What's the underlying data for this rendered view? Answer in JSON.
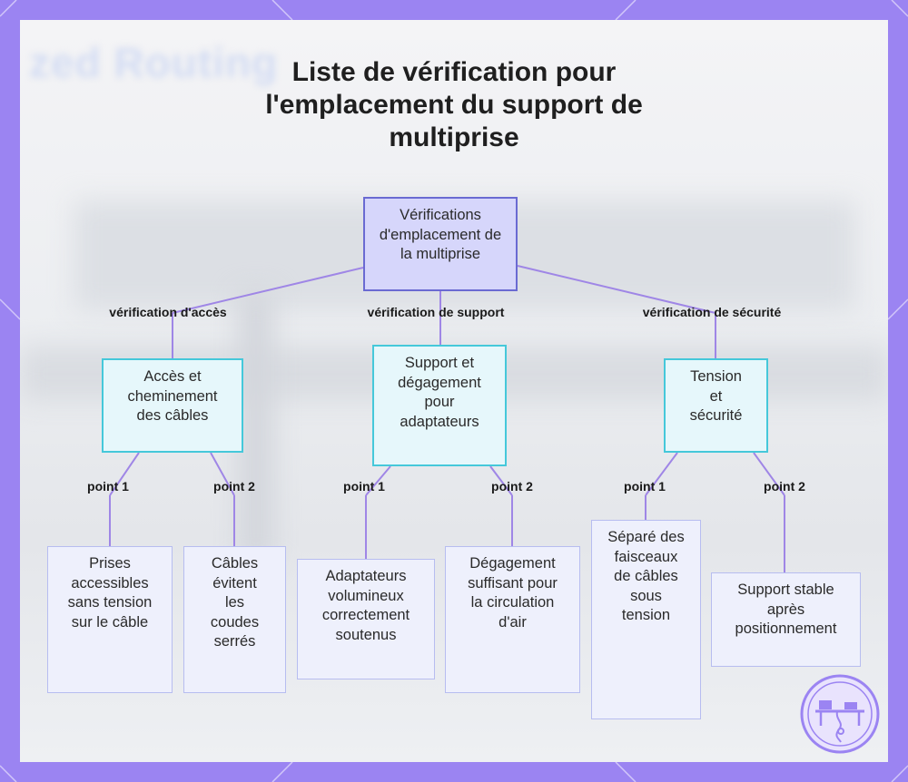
{
  "title": "Liste de vérification pour l'emplacement du support de multiprise",
  "root": {
    "label": "Vérifications d'emplacement de la multiprise"
  },
  "categories": [
    {
      "label": "Accès et cheminement des câbles",
      "edge": "vérification d'accès",
      "points": [
        {
          "edge": "point 1",
          "label": "Prises accessibles sans tension sur le câble"
        },
        {
          "edge": "point 2",
          "label": "Câbles évitent les coudes serrés"
        }
      ]
    },
    {
      "label": "Support et dégagement pour adaptateurs",
      "edge": "vérification de support",
      "points": [
        {
          "edge": "point 1",
          "label": "Adaptateurs volumineux correctement soutenus"
        },
        {
          "edge": "point 2",
          "label": "Dégagement suffisant pour la circulation d'air"
        }
      ]
    },
    {
      "label": "Tension et sécurité",
      "edge": "vérification de sécurité",
      "points": [
        {
          "edge": "point 1",
          "label": "Séparé des faisceaux de câbles sous tension"
        },
        {
          "edge": "point 2",
          "label": "Support stable après positionnement"
        }
      ]
    }
  ],
  "background_text": "zed Routing",
  "colors": {
    "frame": "#9b84f2",
    "root_fill": "#d6d6fb",
    "root_border": "#6a6ad2",
    "category_fill": "#e6f7fb",
    "category_border": "#45c8da",
    "leaf_fill": "#eef0fc",
    "leaf_border": "#b7bdf0",
    "connector": "#9f86e6"
  },
  "icons": {
    "logo": "desk-cable-routing-icon"
  }
}
